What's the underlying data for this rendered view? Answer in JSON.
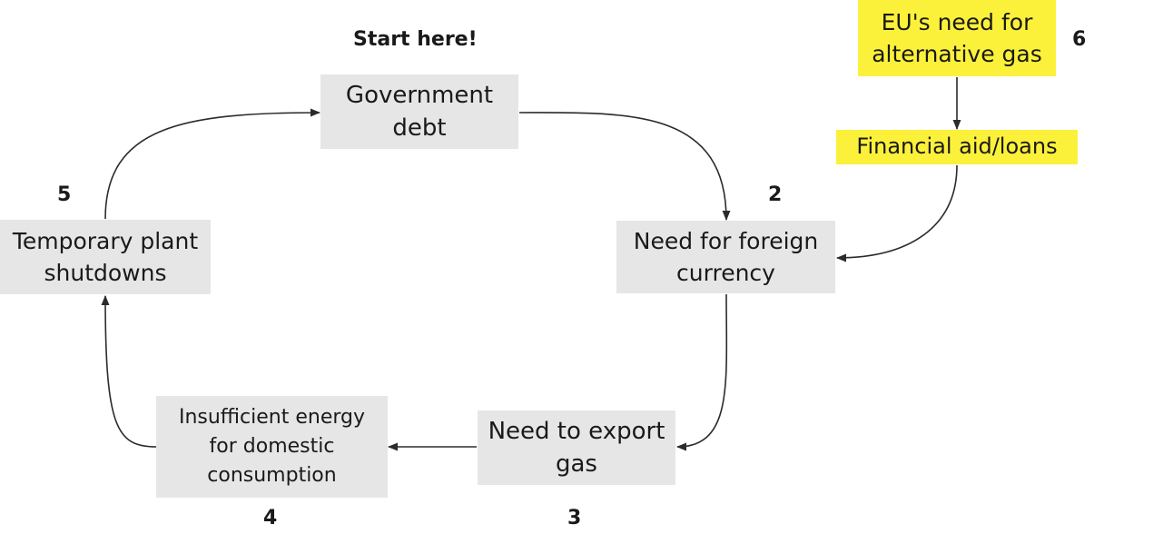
{
  "title": "Start here!",
  "nodes": {
    "government_debt": {
      "label": "Government debt"
    },
    "foreign_currency": {
      "label": "Need for foreign currency",
      "step": "2"
    },
    "export_gas": {
      "label": "Need to export gas",
      "step": "3"
    },
    "insufficient_energy": {
      "label": "Insufficient energy for domestic consumption",
      "step": "4"
    },
    "plant_shutdowns": {
      "label": "Temporary plant shutdowns",
      "step": "5"
    },
    "eu_need": {
      "label": "EU's need for alternative gas",
      "step": "6"
    },
    "financial_aid": {
      "label": "Financial aid/loans"
    }
  },
  "colors": {
    "box": "#e6e6e6",
    "highlight": "#fcf13a",
    "arrow": "#2b2b2b"
  }
}
